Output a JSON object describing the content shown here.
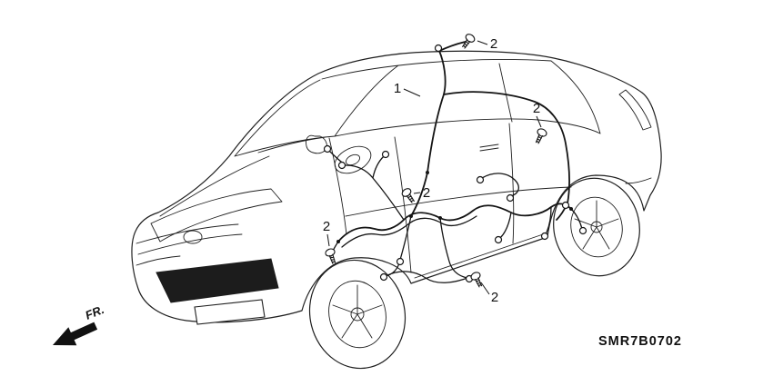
{
  "page": {
    "background": "#ffffff",
    "line_color": "#1f1f1f",
    "dark_fill": "#1c1c1c"
  },
  "diagram": {
    "part_code": "SMR7B0702",
    "direction_label": "FR.",
    "callouts": [
      {
        "label": "2"
      },
      {
        "label": "1"
      },
      {
        "label": "2"
      },
      {
        "label": "2"
      },
      {
        "label": "2"
      },
      {
        "label": "2"
      }
    ],
    "icons": {
      "bolt": "bolt-icon",
      "direction_arrow": "fr-arrow-icon",
      "connector": "connector"
    }
  }
}
